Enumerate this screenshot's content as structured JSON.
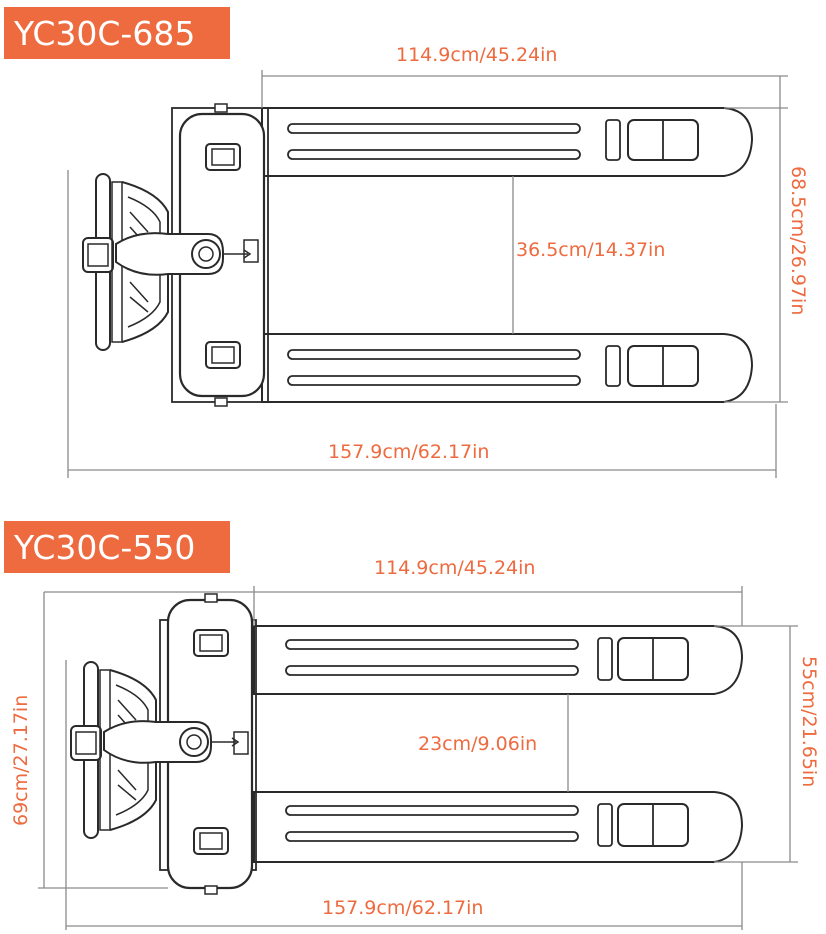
{
  "colors": {
    "accent": "#ee6a3f",
    "line": "#2a2a2a",
    "dim_line": "#8a8a8a"
  },
  "pallet_trucks": [
    {
      "model": "YC30C-685",
      "dims": {
        "fork_length": "114.9cm/45.24in",
        "overall_width": "68.5cm/26.97in",
        "inner_gap": "36.5cm/14.37in",
        "overall_length": "157.9cm/62.17in"
      }
    },
    {
      "model": "YC30C-550",
      "dims": {
        "fork_length": "114.9cm/45.24in",
        "overall_width": "55cm/21.65in",
        "inner_gap": "23cm/9.06in",
        "overall_length": "157.9cm/62.17in",
        "body_width": "69cm/27.17in"
      }
    }
  ]
}
